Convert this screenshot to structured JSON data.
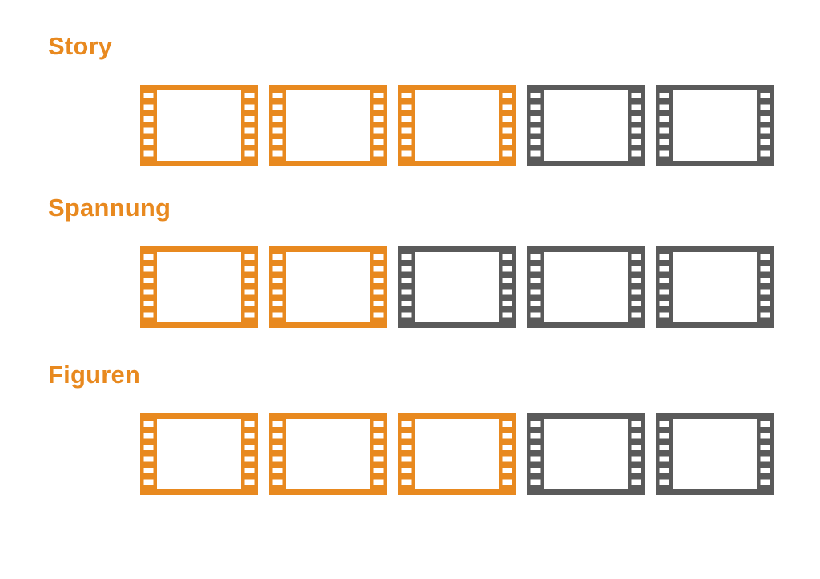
{
  "colors": {
    "accent": "#E8891F",
    "inactive": "#5A5A5A",
    "background": "#FFFFFF"
  },
  "sections": [
    {
      "label": "Story",
      "rating": 3,
      "max_rating": 5,
      "icon": "film-frame-icon"
    },
    {
      "label": "Spannung",
      "rating": 2,
      "max_rating": 5,
      "icon": "film-frame-icon"
    },
    {
      "label": "Figuren",
      "rating": 3,
      "max_rating": 5,
      "icon": "film-frame-icon"
    }
  ]
}
